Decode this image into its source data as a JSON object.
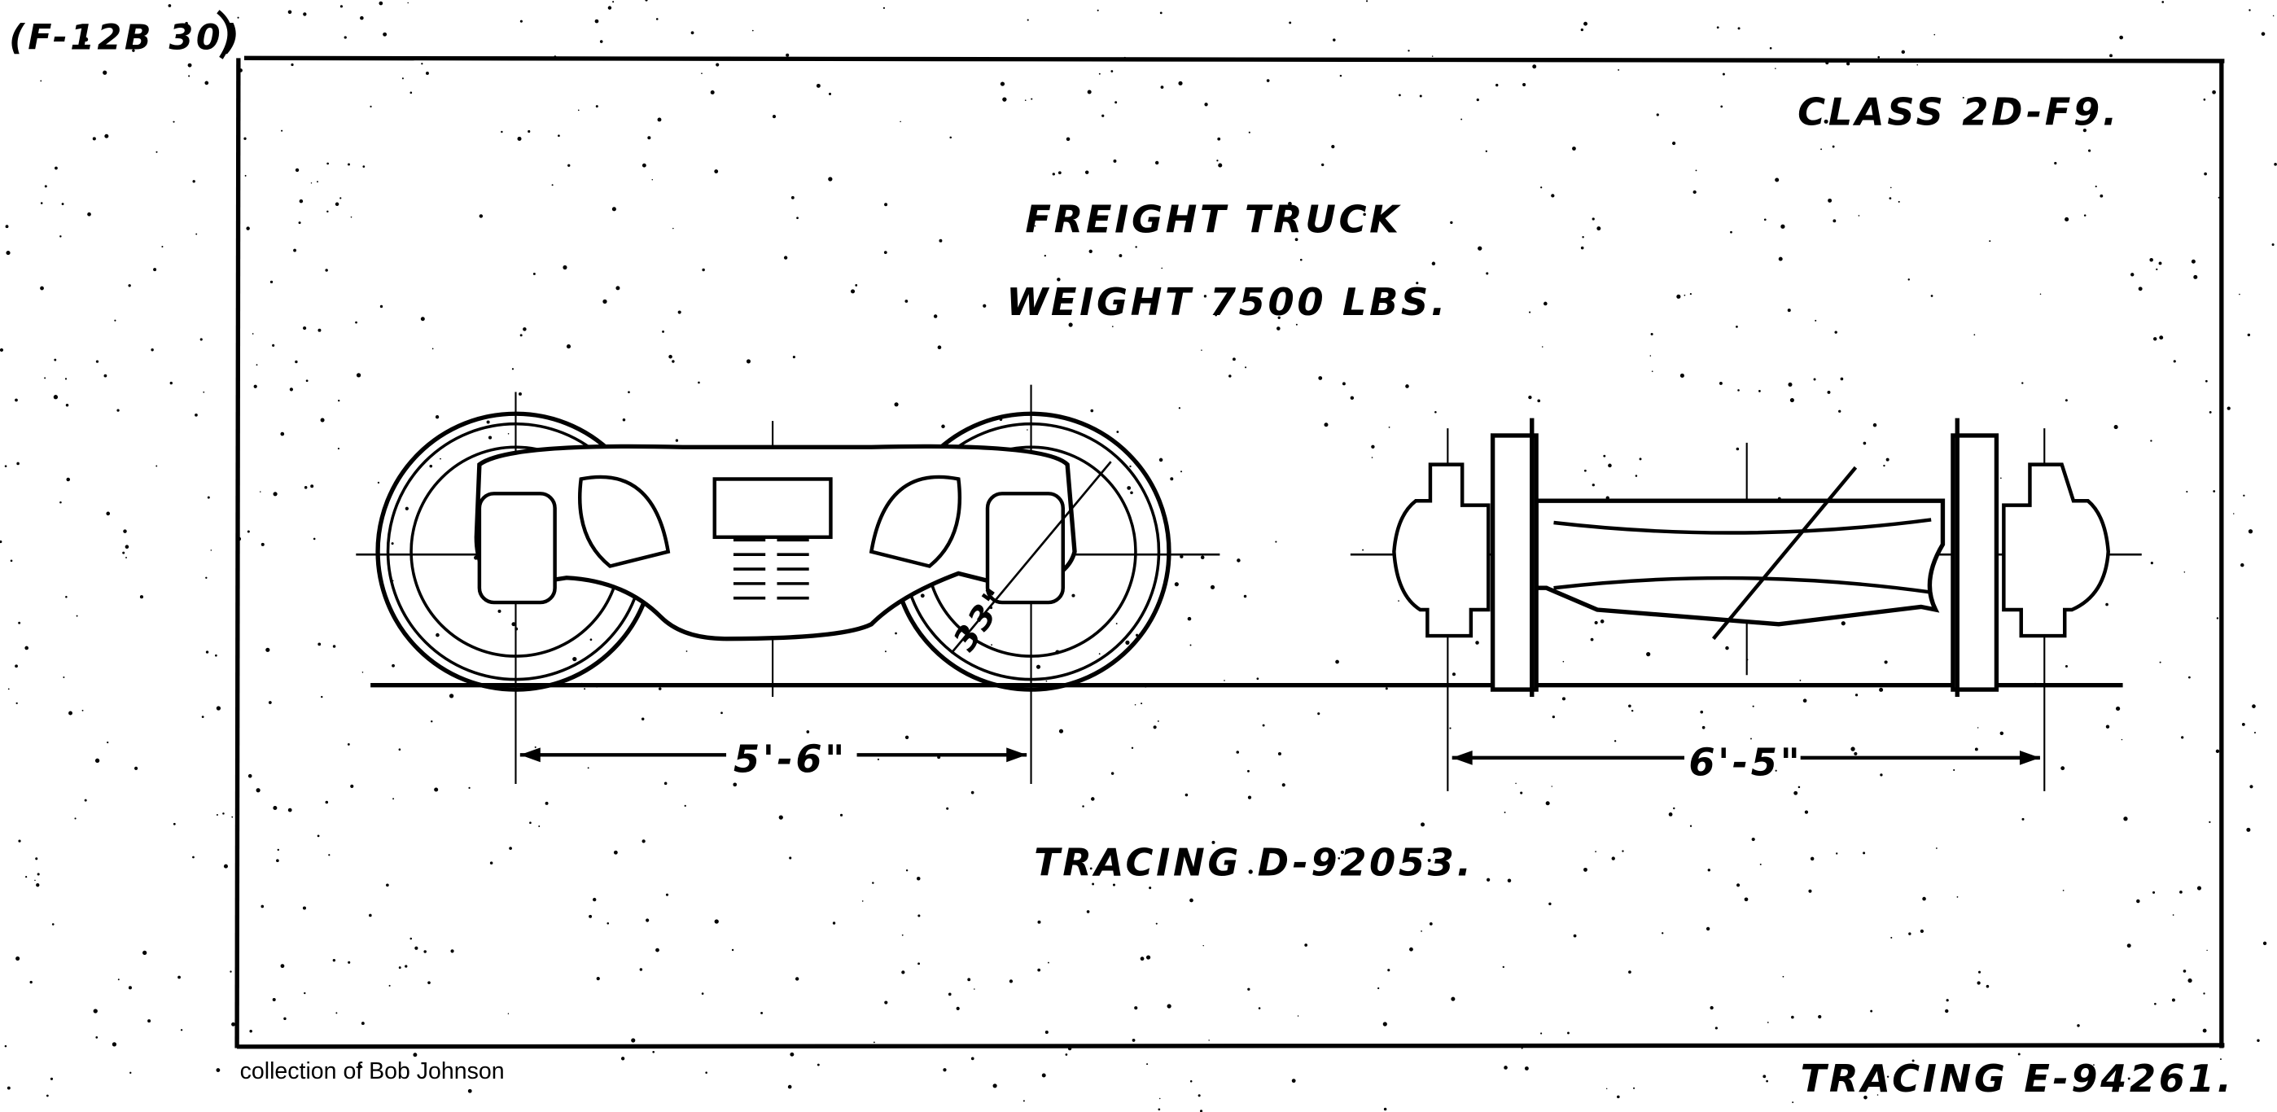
{
  "drawing": {
    "file_ref": "(F-12B 30)",
    "class_label": "CLASS 2D-F9.",
    "title": "FREIGHT TRUCK",
    "weight": "WEIGHT 7500 LBS.",
    "tracing_inner": "TRACING D-92053.",
    "tracing_outer": "TRACING E-94261.",
    "credit": "collection of Bob Johnson",
    "dimensions": {
      "wheelbase": "5'-6\"",
      "wheel_diameter": "33\"",
      "axle_length": "6'-5\""
    }
  },
  "colors": {
    "ink": "#000000",
    "paper": "#ffffff"
  }
}
